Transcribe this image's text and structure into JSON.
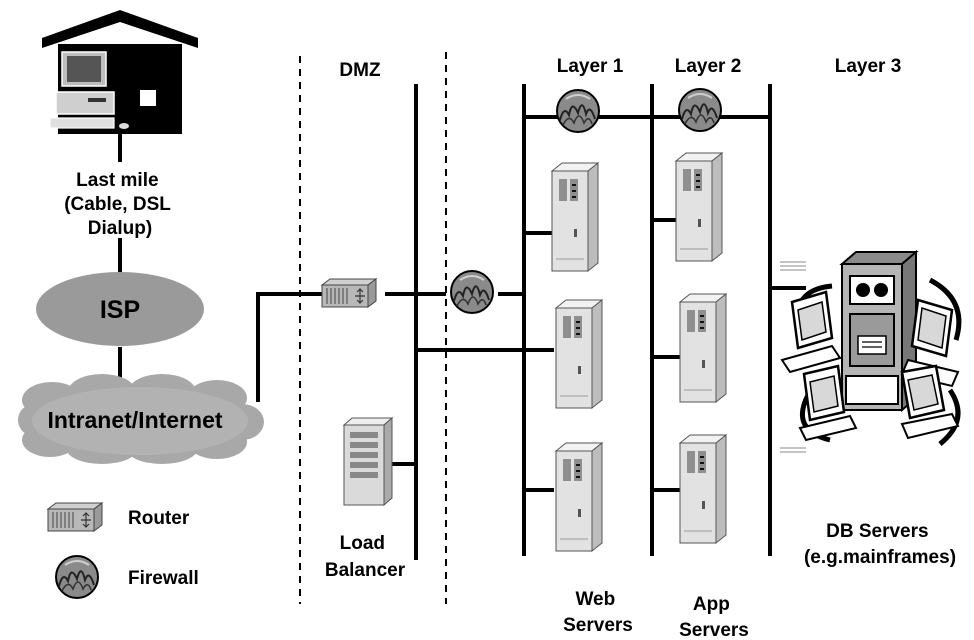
{
  "labels": {
    "dmz": "DMZ",
    "layer1": "Layer 1",
    "layer2": "Layer 2",
    "layer3": "Layer 3",
    "last_mile": [
      "Last mile",
      "(Cable, DSL",
      "Dialup)"
    ],
    "isp": "ISP",
    "network": "Intranet/Internet",
    "load_balancer": [
      "Load",
      "Balancer"
    ],
    "web_servers": [
      "Web",
      "Servers"
    ],
    "app_servers": [
      "App",
      "Servers"
    ],
    "db_servers": [
      "DB Servers",
      "(e.g.mainframes)"
    ]
  },
  "legend": {
    "router": "Router",
    "firewall": "Firewall"
  },
  "colors": {
    "line": "#000000",
    "isp_fill": "#9a9a9a",
    "cloud_fill": "#a8a8a8",
    "server_body": "#e4e4e4",
    "firewall_fill": "#7a7a7a"
  }
}
